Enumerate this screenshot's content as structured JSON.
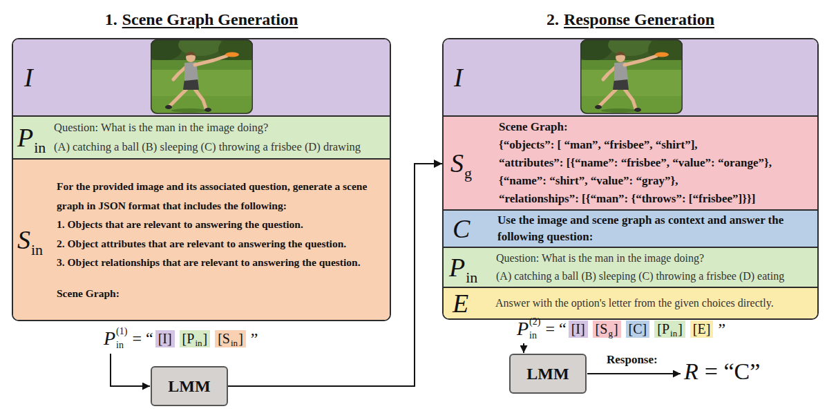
{
  "diagram": {
    "nodes": [
      {
        "text": [
          "1.",
          "Scene Graph Generation"
        ]
      },
      {
        "text": [
          "I"
        ],
        "in": 0
      },
      {
        "text": [
          "P",
          "in",
          "Question: What is the man in the image doing?",
          "(A) catching a ball (B) sleeping (C) throwing a frisbee (D) drawing"
        ],
        "in": 0
      },
      {
        "text": [
          "S",
          "in",
          "For the provided image and its associated question, generate a scene graph in JSON format that includes the following:",
          "1. Objects that are relevant to answering the question.",
          "2. Object attributes that are relevant to answering the question.",
          "3. Object relationships that are relevant to answering the question.",
          "Scene Graph:"
        ],
        "in": 0
      },
      {
        "text": [
          "LMM"
        ]
      },
      {
        "text": [
          "2.",
          "Response Generation"
        ]
      },
      {
        "text": [
          "I"
        ],
        "in": 5
      },
      {
        "text": [
          "S",
          "g",
          "Scene Graph:",
          "{“objects”: [ “man”, “frisbee”, “shirt”],",
          "“attributes”: [{“name”: “frisbee”, “value”: “orange”},",
          "{“name”: “shirt”, “value”: “gray”},",
          "“relationships”: [{“man”: {“throws”: [“frisbee”]}}]"
        ],
        "in": 5
      },
      {
        "text": [
          "C",
          "Use the image and scene graph as context and answer the following question:"
        ],
        "in": 5
      },
      {
        "text": [
          "P",
          "in",
          "Question: What is the man in the image doing?",
          "(A) catching a ball (B) sleeping (C) throwing a frisbee (D) eating"
        ],
        "in": 5
      },
      {
        "text": [
          "E",
          "Answer with the option's letter from the given choices directly."
        ],
        "in": 5
      },
      {
        "text": [
          "LMM"
        ]
      }
    ],
    "edges": [
      {
        "from": 4,
        "to": 7,
        "arrow": "to"
      }
    ],
    "labels": [
      "P",
      "(1)",
      "in",
      "= “",
      "[I]",
      "[P",
      "in",
      "]",
      "[S",
      "in",
      "]",
      "”",
      "P",
      "(2)",
      "in",
      "= “",
      "[I]",
      "[S",
      "g",
      "]",
      "[C]",
      "[P",
      "in",
      "]",
      "[E]",
      "”",
      "Response:",
      "R",
      "= “C”"
    ]
  }
}
